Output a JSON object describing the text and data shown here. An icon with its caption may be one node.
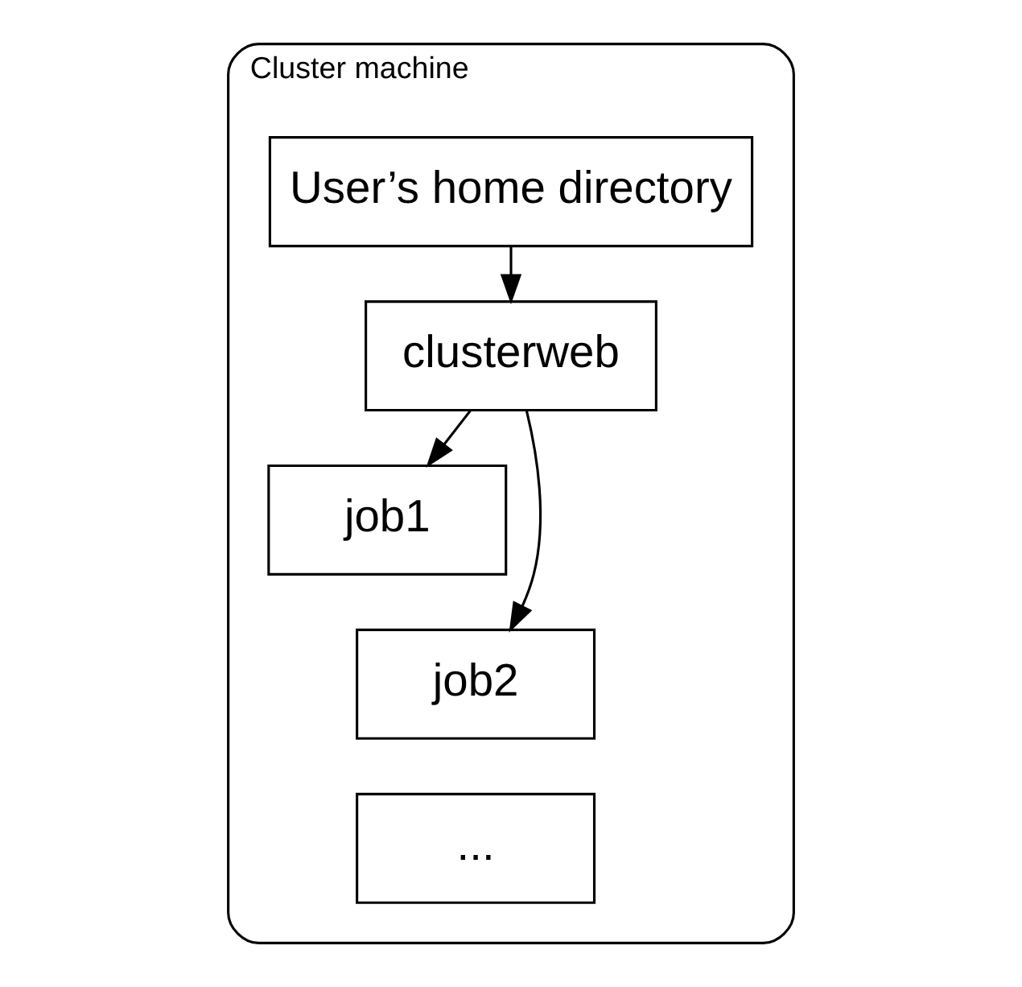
{
  "diagram": {
    "nodes": [
      {
        "text": [
          "Cluster machine"
        ]
      },
      {
        "text": [
          "User’s home directory"
        ],
        "in": 0
      },
      {
        "text": [
          "clusterweb"
        ],
        "in": 0
      },
      {
        "text": [
          "job1"
        ],
        "in": 0
      },
      {
        "text": [
          "job2"
        ],
        "in": 0
      },
      {
        "text": [
          "..."
        ],
        "in": 0
      }
    ],
    "edges": [
      {
        "from": 1,
        "to": 2,
        "arrow": "to"
      },
      {
        "from": 2,
        "to": 3,
        "arrow": "to"
      },
      {
        "from": 2,
        "to": 4,
        "arrow": "to"
      }
    ]
  }
}
